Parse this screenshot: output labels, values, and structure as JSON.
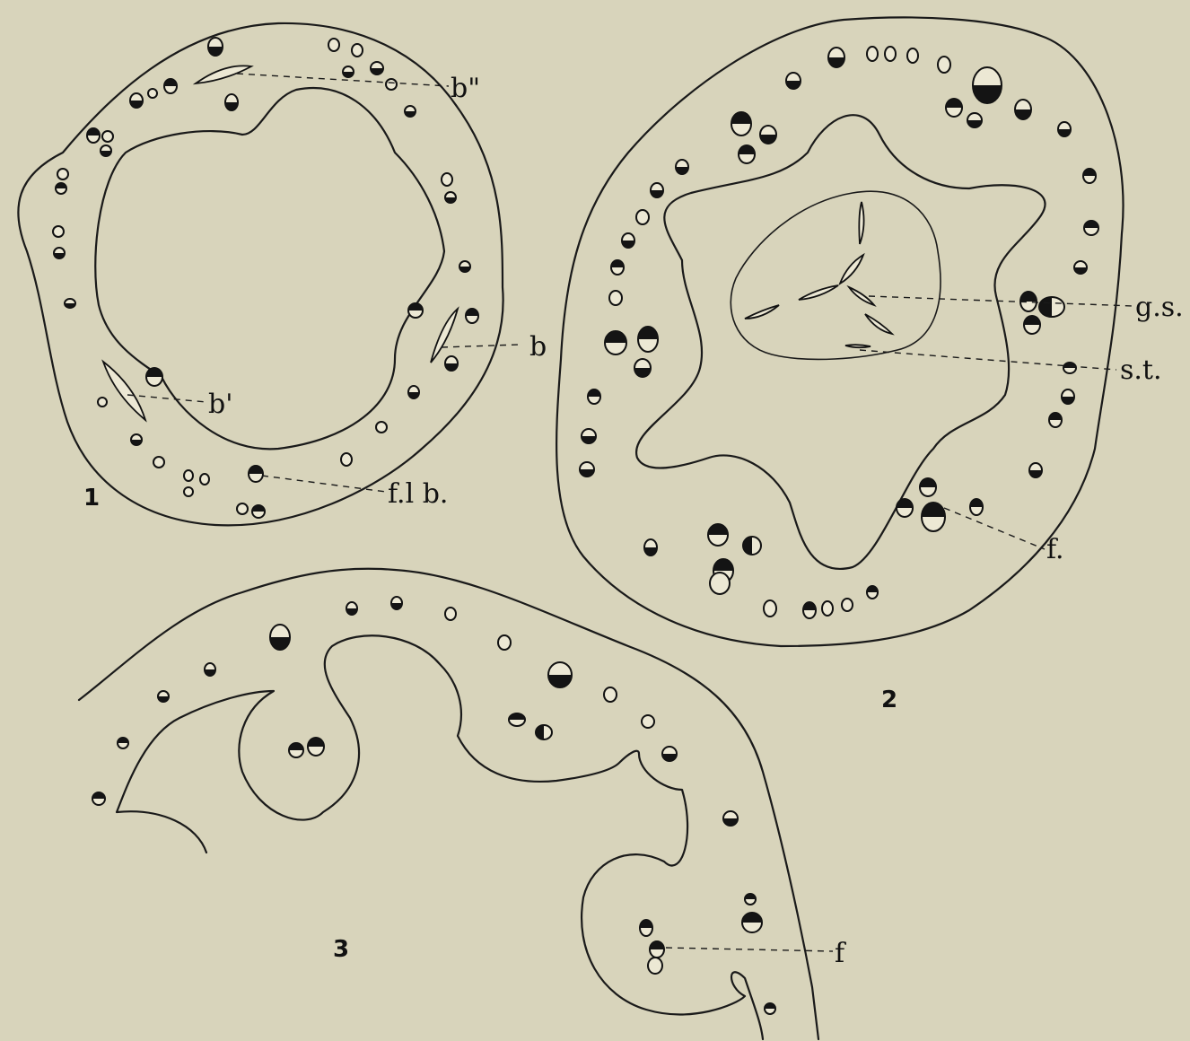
{
  "figure": {
    "panel_numbers": [
      "1",
      "2",
      "3"
    ],
    "labels": {
      "b_double_prime": "b\"",
      "b": "b",
      "b_prime": "b'",
      "flb": "f.l b.",
      "gs": "g.s.",
      "st": "s.t.",
      "f_dot": "f.",
      "f": "f"
    }
  },
  "colors": {
    "paper": "#d8d4bb",
    "ink": "#1a1a1a"
  }
}
